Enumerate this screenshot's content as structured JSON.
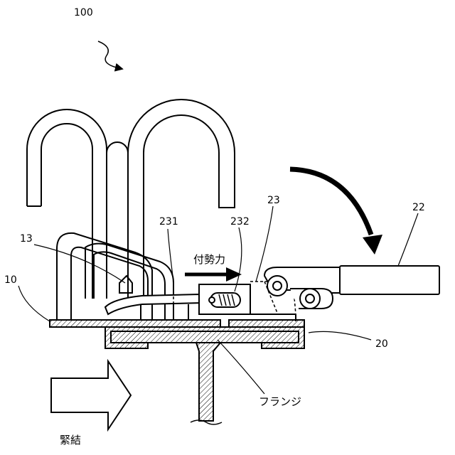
{
  "labels": {
    "assembly": "100",
    "base_plate": "10",
    "part_13": "13",
    "lever": "22",
    "link": "23",
    "part_231": "231",
    "part_232": "232",
    "clamp_unit": "20",
    "bias_force": "付勢力",
    "flange": "フランジ",
    "fastening": "緊結"
  },
  "colors": {
    "line": "#000000",
    "hatch": "#000000",
    "background": "#ffffff"
  }
}
